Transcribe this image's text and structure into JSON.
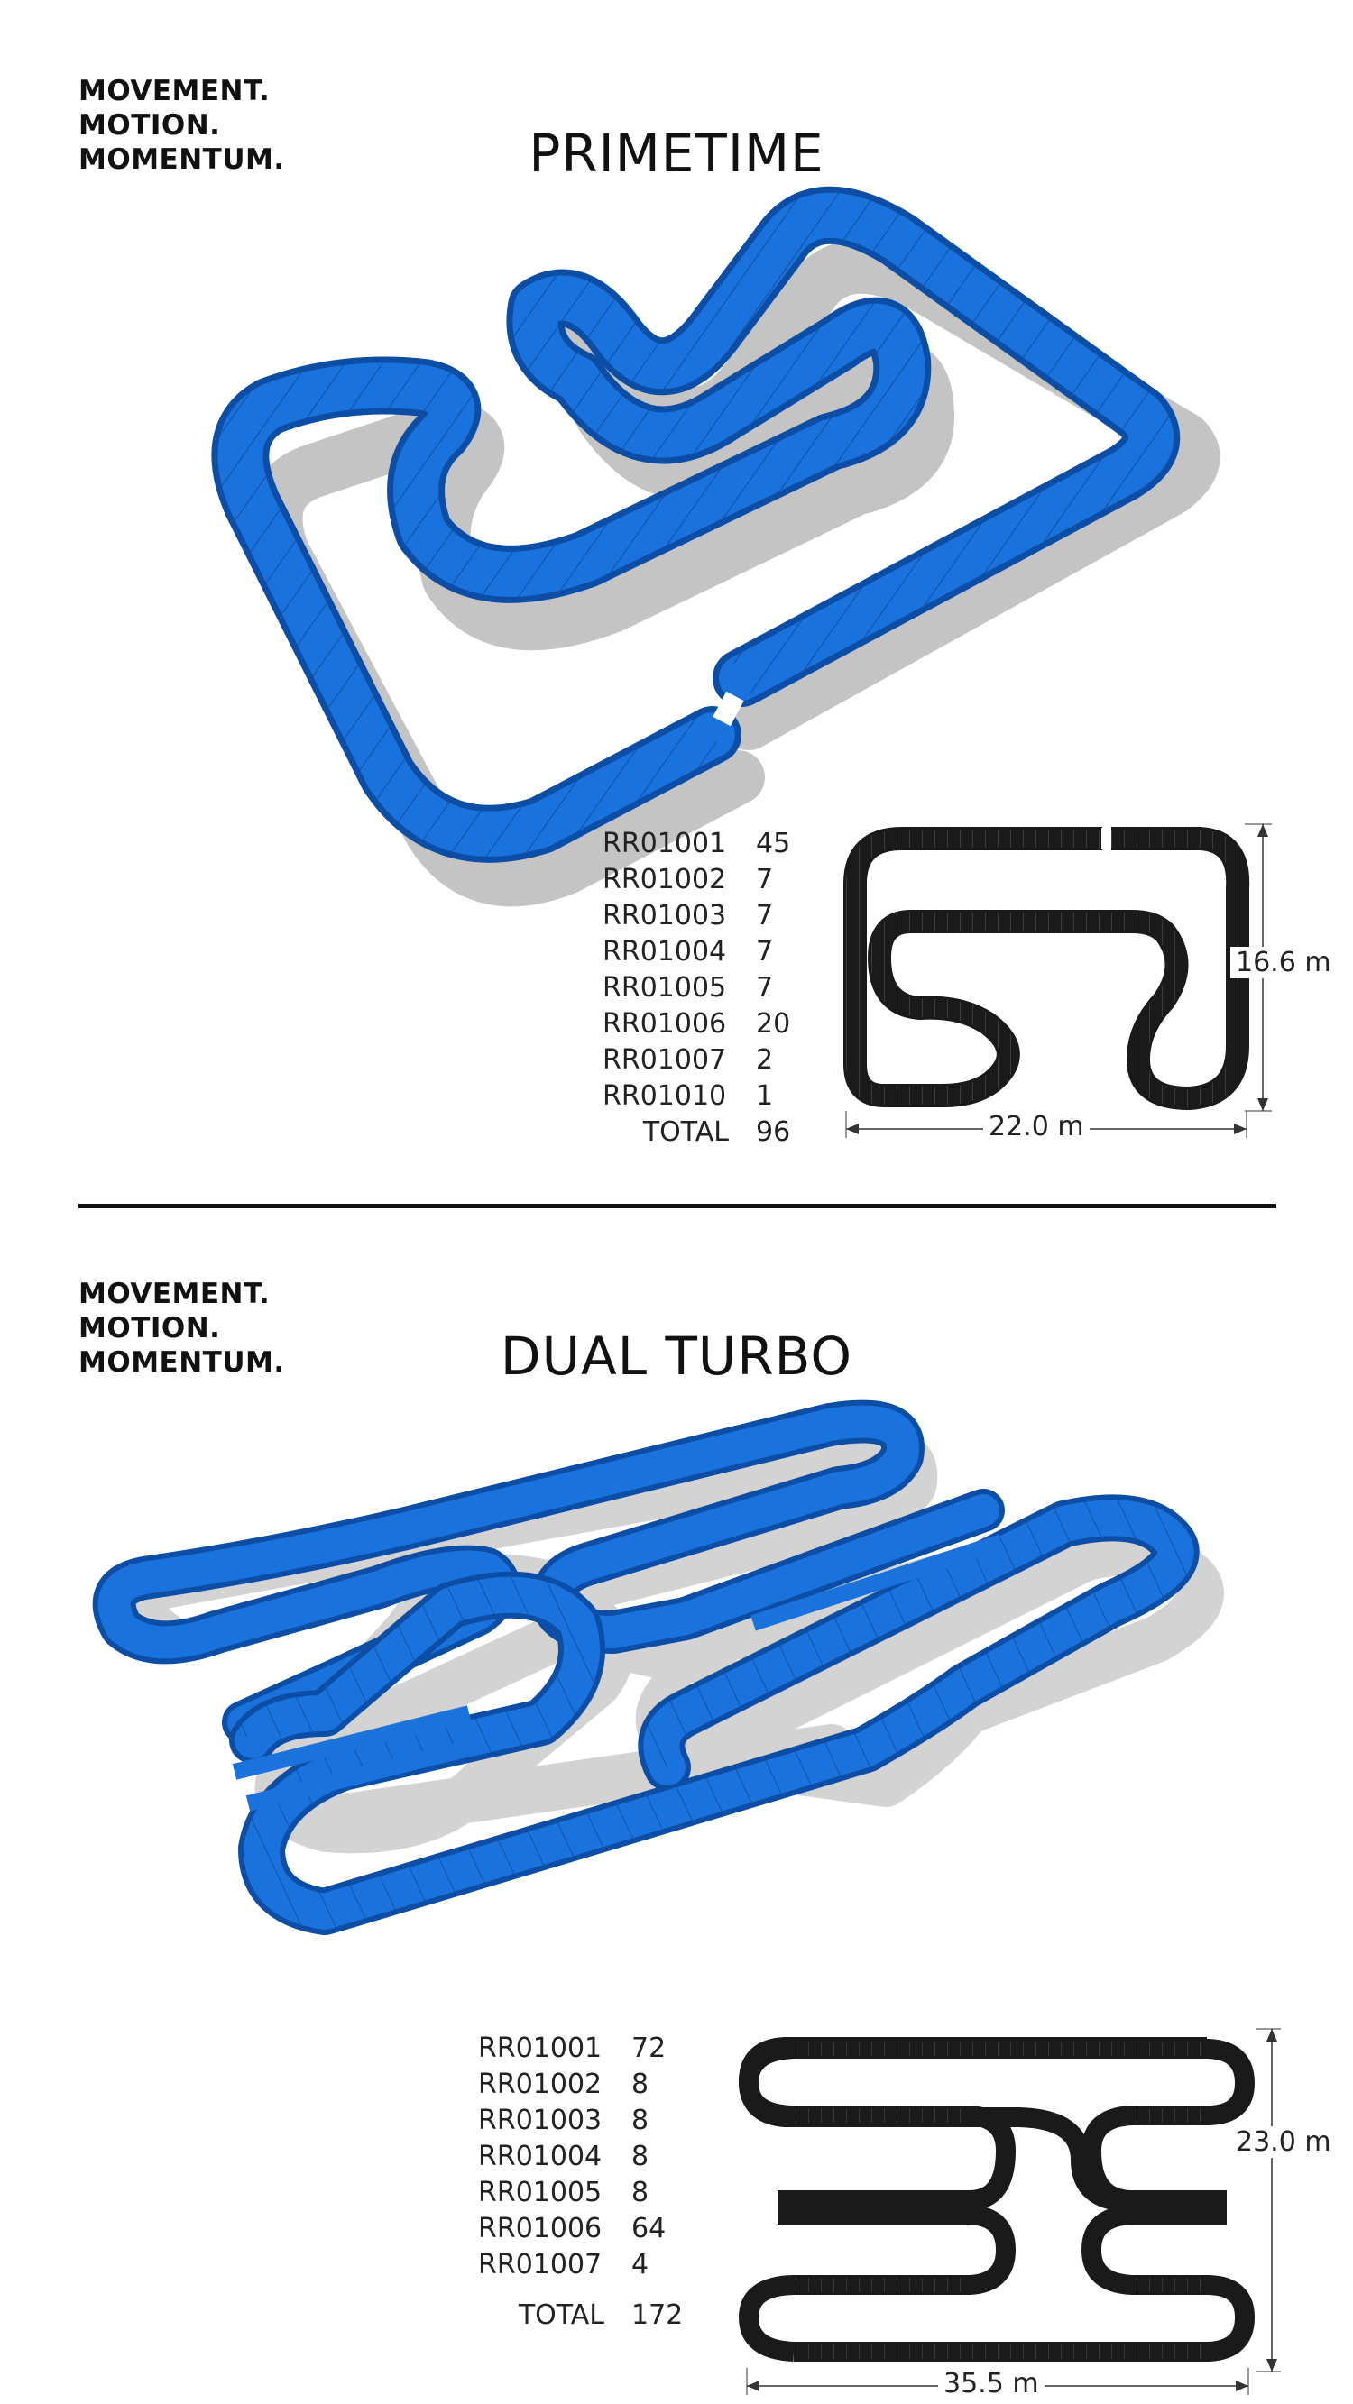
{
  "colors": {
    "track_blue": "#1a72dd",
    "track_blue_dark": "#0c4ea6",
    "plan_black": "#1a1a1a",
    "shadow": "#bdbdbd",
    "text": "#111111"
  },
  "sections": [
    {
      "tagline": [
        "MOVEMENT.",
        "MOTION.",
        "MOMENTUM."
      ],
      "title": "PRIMETIME",
      "parts": [
        {
          "code": "RR01001",
          "qty": "45"
        },
        {
          "code": "RR01002",
          "qty": "7"
        },
        {
          "code": "RR01003",
          "qty": "7"
        },
        {
          "code": "RR01004",
          "qty": "7"
        },
        {
          "code": "RR01005",
          "qty": "7"
        },
        {
          "code": "RR01006",
          "qty": "20"
        },
        {
          "code": "RR01007",
          "qty": "2"
        },
        {
          "code": "RR01010",
          "qty": "1"
        }
      ],
      "total_label": "TOTAL",
      "total_value": "96",
      "width_dim": "22.0 m",
      "height_dim": "16.6 m"
    },
    {
      "tagline": [
        "MOVEMENT.",
        "MOTION.",
        "MOMENTUM."
      ],
      "title": "DUAL TURBO",
      "parts": [
        {
          "code": "RR01001",
          "qty": "72"
        },
        {
          "code": "RR01002",
          "qty": "8"
        },
        {
          "code": "RR01003",
          "qty": "8"
        },
        {
          "code": "RR01004",
          "qty": "8"
        },
        {
          "code": "RR01005",
          "qty": "8"
        },
        {
          "code": "RR01006",
          "qty": "64"
        },
        {
          "code": "RR01007",
          "qty": "4"
        }
      ],
      "total_label": "TOTAL",
      "total_value": "172",
      "width_dim": "35.5 m",
      "height_dim": "23.0 m"
    }
  ]
}
